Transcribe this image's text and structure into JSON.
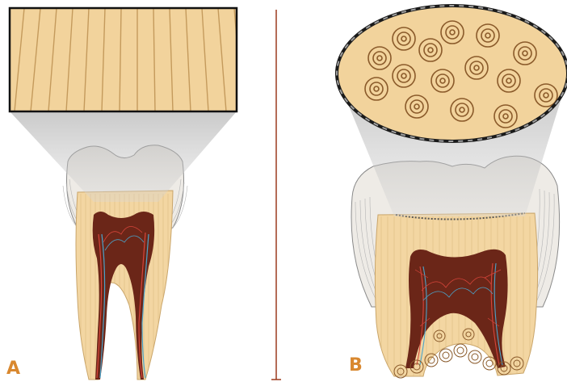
{
  "panels": [
    {
      "label": "A"
    },
    {
      "label": "B"
    }
  ],
  "colors": {
    "enamel": "#e6e3de",
    "dentin": "#f3d6a2",
    "pulp": "#6b2618",
    "tubule": "#c79a5c",
    "nerve_red": "#d6453a",
    "nerve_blue": "#4aa3c9",
    "divider": "#9c3a1e",
    "label": "#d9882f",
    "magnifier_cone": "#bdbdbd"
  },
  "icons": {
    "panel_a_inset": "straight-tubules-magnified",
    "panel_b_inset": "spiral-tubules-magnified"
  }
}
